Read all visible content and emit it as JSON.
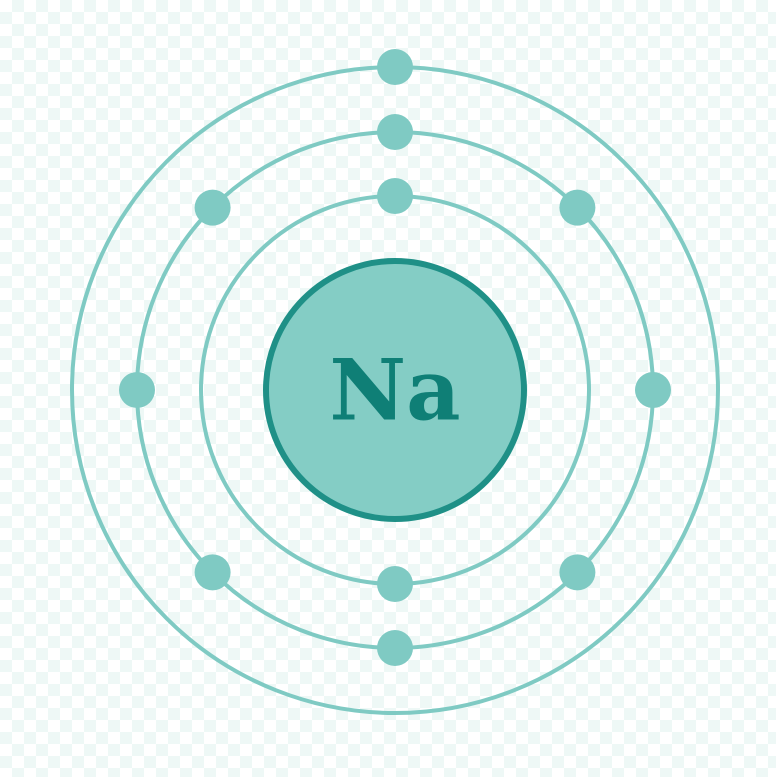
{
  "element": {
    "symbol": "Na"
  },
  "shells": [
    {
      "name": "shell-1",
      "electrons": 2
    },
    {
      "name": "shell-2",
      "electrons": 8
    },
    {
      "name": "shell-3",
      "electrons": 1
    }
  ],
  "colors": {
    "orbit": "#7fcac3",
    "electron": "#7fcac3",
    "nucleus_fill": "#84cdc5",
    "nucleus_stroke": "#1f9087",
    "symbol": "#0f7f76"
  }
}
